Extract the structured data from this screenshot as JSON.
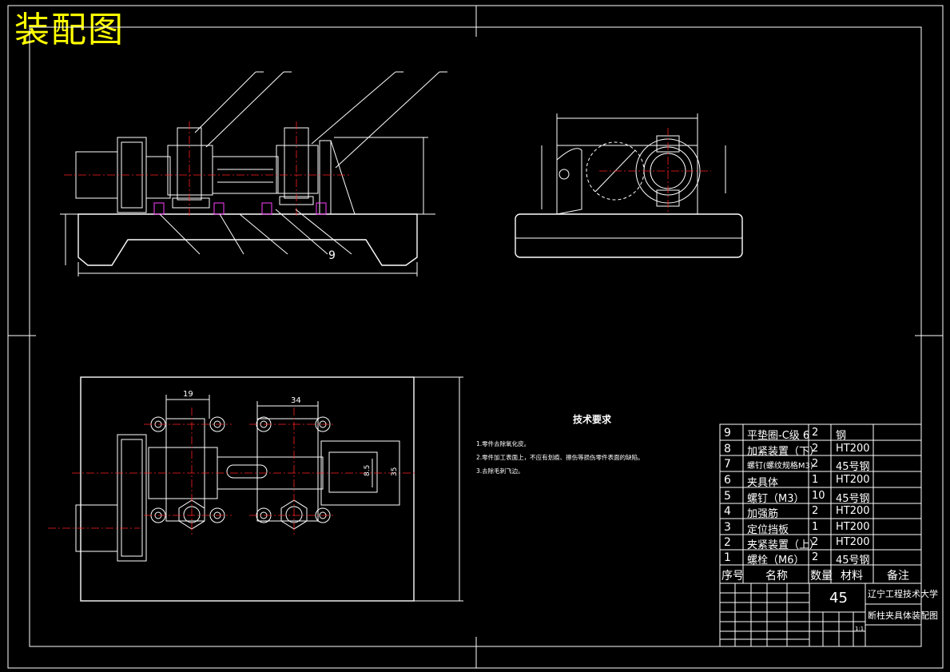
{
  "title": "装配图",
  "tech": {
    "heading": "技术要求",
    "lines": [
      "1.零件去除氧化皮。",
      "2.零件加工表面上，不应有划痕、擦伤等损伤零件表面的缺陷。",
      "3.去除毛刺飞边。"
    ]
  },
  "dims": {
    "d1": "19",
    "d2": "34",
    "d3": "8.5",
    "d4": "35",
    "label9": "9"
  },
  "bom": {
    "rows": [
      {
        "no": "9",
        "name": "平垫圈-C级 6",
        "qty": "2",
        "mat": "钢"
      },
      {
        "no": "8",
        "name": "加紧装置（下）",
        "qty": "2",
        "mat": "HT200"
      },
      {
        "no": "7",
        "name": "螺钉(螺纹规格M3)",
        "qty": "2",
        "mat": "45号钢"
      },
      {
        "no": "6",
        "name": "夹具体",
        "qty": "1",
        "mat": "HT200"
      },
      {
        "no": "5",
        "name": "螺钉（M3）",
        "qty": "10",
        "mat": "45号钢"
      },
      {
        "no": "4",
        "name": "加强筋",
        "qty": "2",
        "mat": "HT200"
      },
      {
        "no": "3",
        "name": "定位挡板",
        "qty": "1",
        "mat": "HT200"
      },
      {
        "no": "2",
        "name": "夹紧装置（上）",
        "qty": "2",
        "mat": "HT200"
      },
      {
        "no": "1",
        "name": "螺栓（M6）",
        "qty": "2",
        "mat": "45号钢"
      }
    ],
    "header": {
      "no": "序号",
      "name": "名称",
      "qty": "数量",
      "mat": "材料",
      "note": "备注"
    }
  },
  "titleblock": {
    "material": "45",
    "school": "辽宁工程技术大学",
    "drawing": "断柱夹具体装配图",
    "scale": "1:1"
  }
}
